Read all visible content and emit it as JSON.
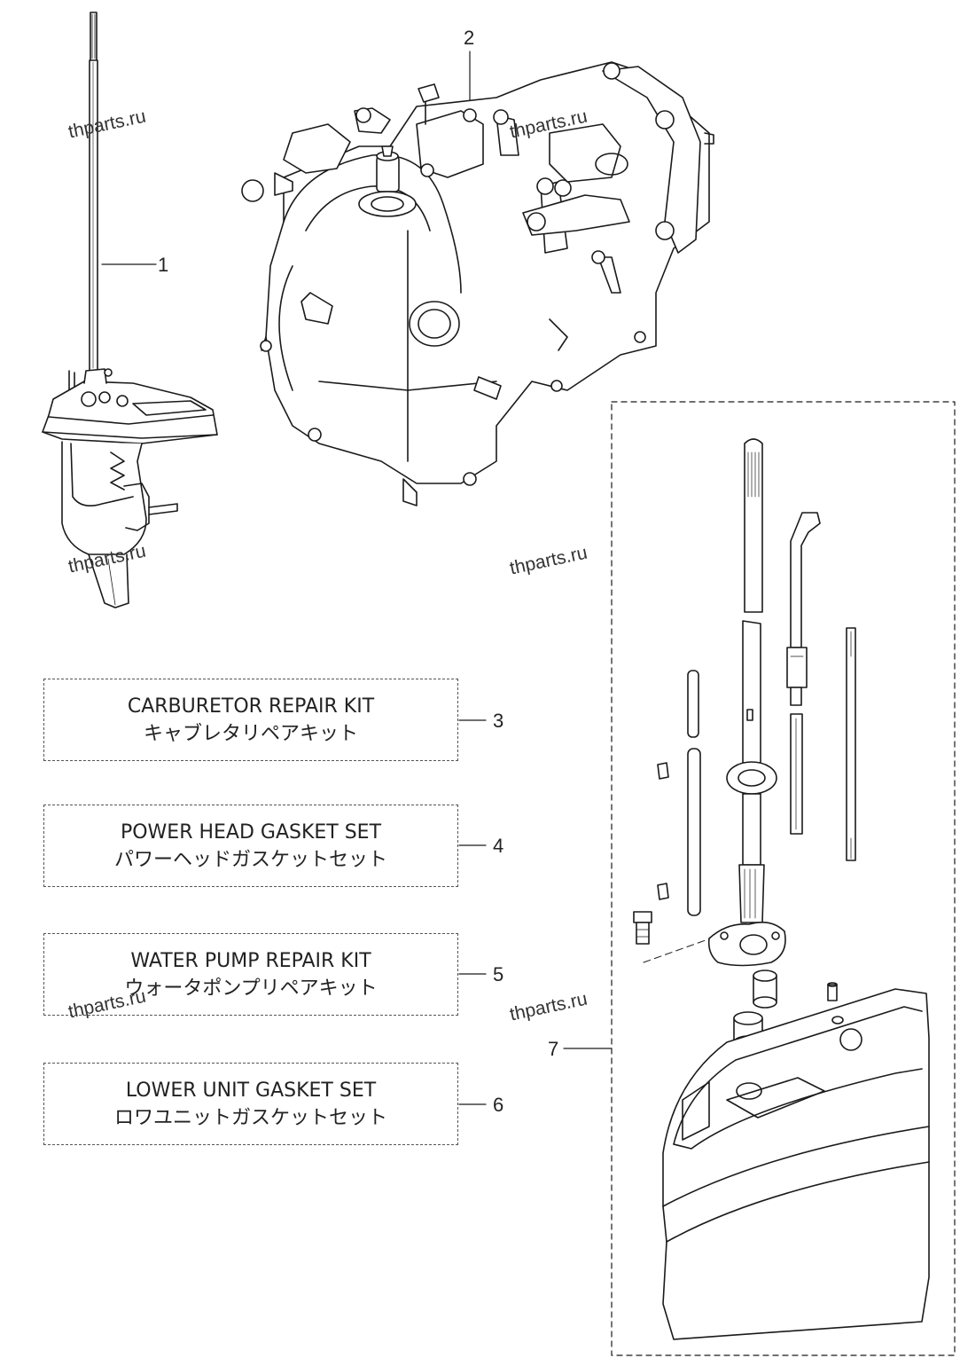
{
  "callouts": {
    "c1": "1",
    "c2": "2",
    "c3": "3",
    "c4": "4",
    "c5": "5",
    "c6": "6",
    "c7": "7"
  },
  "kits": [
    {
      "en": "CARBURETOR REPAIR KIT",
      "ja": "キャブレタリペアキット"
    },
    {
      "en": "POWER HEAD GASKET SET",
      "ja": "パワーヘッドガスケットセット"
    },
    {
      "en": "WATER PUMP REPAIR KIT",
      "ja": "ウォータポンプリペアキット"
    },
    {
      "en": "LOWER UNIT GASKET SET",
      "ja": "ロワユニットガスケットセット"
    }
  ],
  "watermark": "thparts.ru",
  "icons": {
    "part1": "lower-unit-drive-shaft-illustration",
    "part2": "power-head-cylinder-block-illustration",
    "part7": "drive-shaft-housing-kit-illustration"
  }
}
